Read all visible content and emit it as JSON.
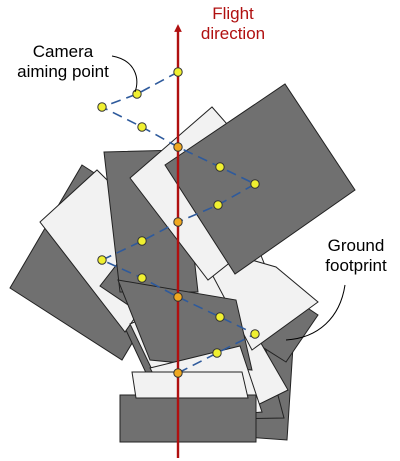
{
  "labels": {
    "flight_direction": [
      "Flight",
      "direction"
    ],
    "camera_aiming_point": [
      "Camera",
      "aiming point"
    ],
    "ground_footprint": [
      "Ground",
      "footprint"
    ]
  },
  "colors": {
    "flight_line": "#b01010",
    "flight_text": "#b01010",
    "footprint_dark": "#707070",
    "footprint_light": "#f2f2f2",
    "footprint_stroke": "#222222",
    "aim_track": "#2e5a9c",
    "aim_point_off_track": "#f0f030",
    "aim_point_on_track": "#f0a820",
    "label_text": "#000000"
  }
}
